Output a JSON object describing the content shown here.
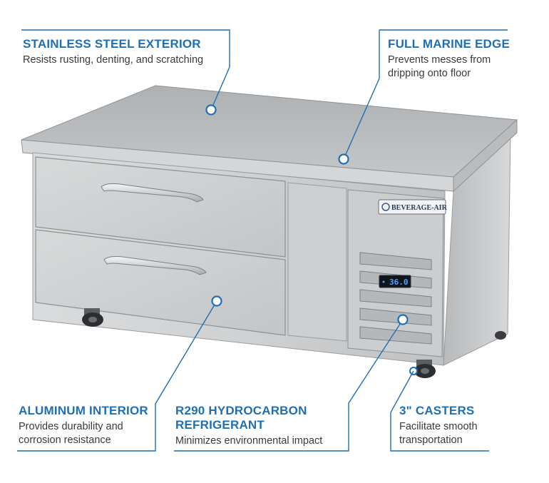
{
  "features": {
    "exterior": {
      "title": "STAINLESS STEEL EXTERIOR",
      "desc": "Resists rusting, denting, and scratching"
    },
    "marine_edge": {
      "title": "FULL MARINE EDGE",
      "desc_line1": "Prevents messes from",
      "desc_line2": "dripping onto floor"
    },
    "interior": {
      "title": "ALUMINUM INTERIOR",
      "desc_line1": "Provides durability and",
      "desc_line2": "corrosion resistance"
    },
    "refrigerant": {
      "title_line1": "R290 HYDROCARBON",
      "title_line2": "REFRIGERANT",
      "desc": "Minimizes environmental impact"
    },
    "casters": {
      "title": "3\" CASTERS",
      "desc_line1": "Facilitate smooth",
      "desc_line2": "transportation"
    }
  },
  "product": {
    "brand_logo": "BEVERAGE-AIR",
    "temperature_display": "36.0"
  },
  "colors": {
    "accent": "#1f6fb2",
    "steel": "#c9cbcd",
    "display_text": "#4aa3ff"
  }
}
